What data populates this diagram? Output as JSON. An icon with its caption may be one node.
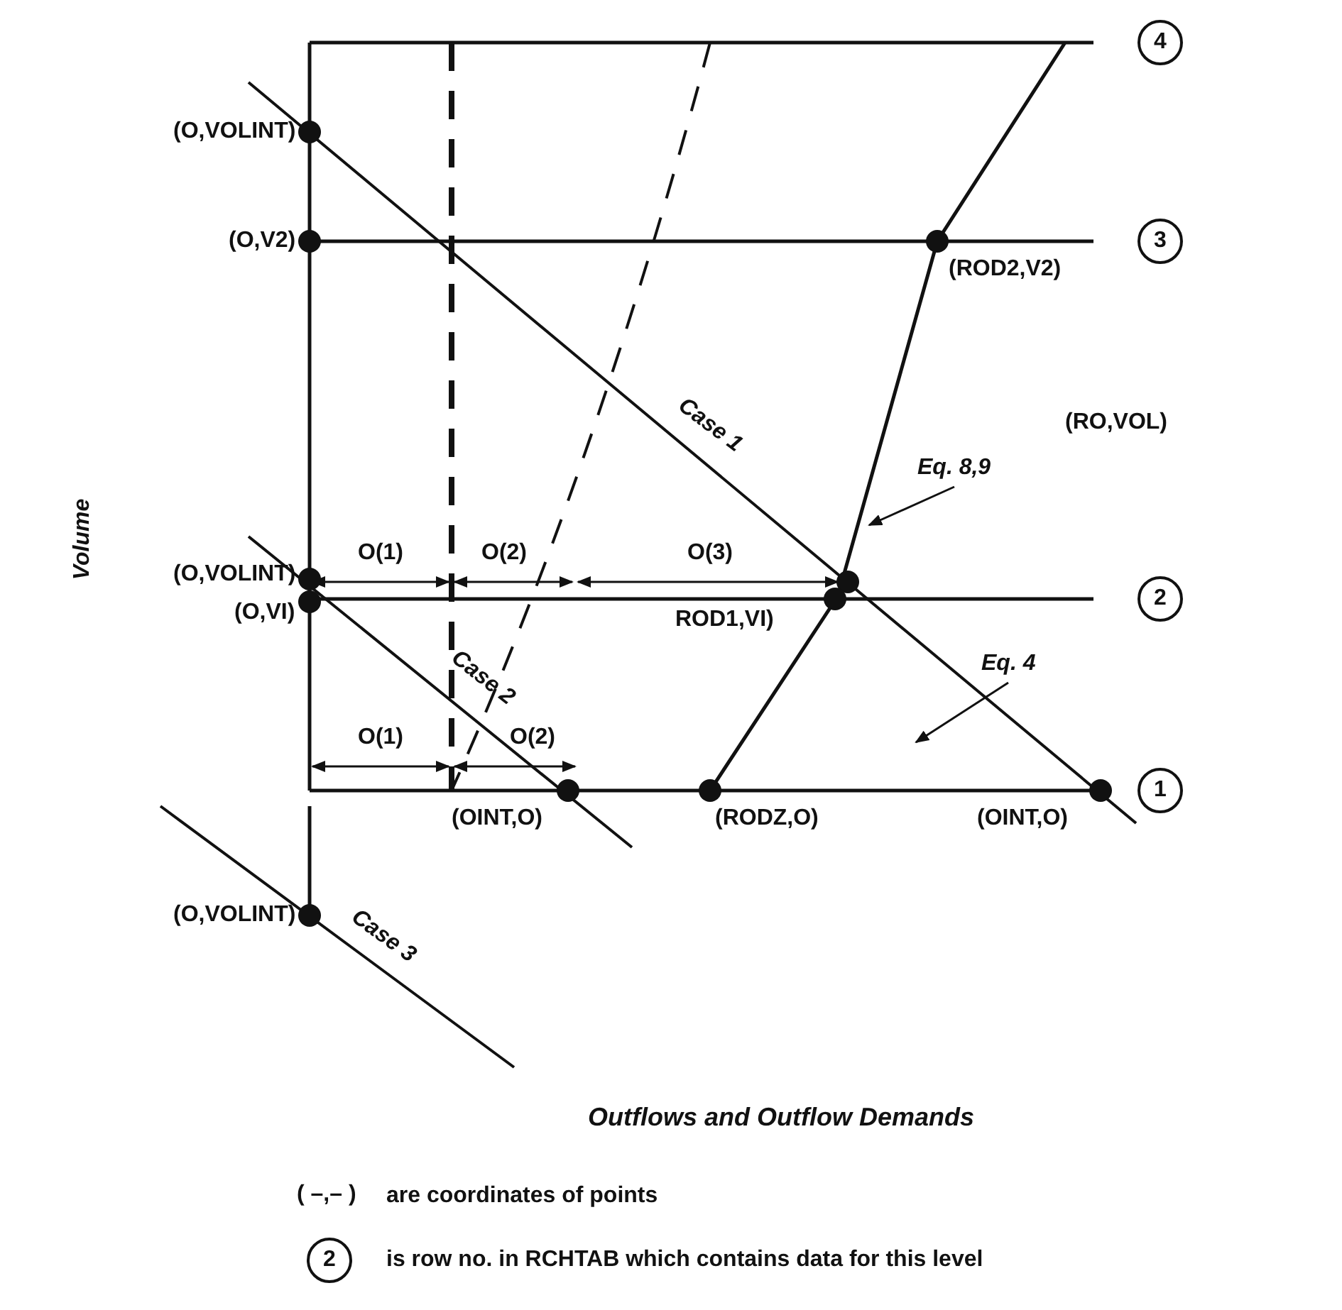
{
  "diagram": {
    "nodes": [
      {
        "text": [
          "4"
        ]
      },
      {
        "text": [
          "3"
        ]
      },
      {
        "text": [
          "2"
        ]
      },
      {
        "text": [
          "1"
        ]
      },
      {
        "text": [
          "Eq. 8,9"
        ]
      },
      {
        "text": [
          "Eq. 4"
        ]
      },
      {
        "text": [
          "2"
        ]
      }
    ],
    "edges": [
      {
        "from": 4,
        "to": null,
        "arrow": "to"
      },
      {
        "from": 5,
        "to": null,
        "arrow": "to"
      }
    ],
    "labels": [
      "(O,VOLINT)",
      "(O,V2)",
      "(ROD2,V2)",
      "Case 1",
      "Volume",
      "(RO,VOL)",
      "O(1)",
      "O(2)",
      "O(3)",
      "(O,VOLINT)",
      "(O,VI)",
      "ROD1,VI)",
      "Case 2",
      "O(1)",
      "O(2)",
      "(OINT,O)",
      "(RODZ,O)",
      "(OINT,O)",
      "(O,VOLINT)",
      "Case 3",
      "Outflows and Outflow Demands",
      "( –,– )",
      "are coordinates of points",
      "is row no. in RCHTAB which contains data for this level"
    ]
  }
}
